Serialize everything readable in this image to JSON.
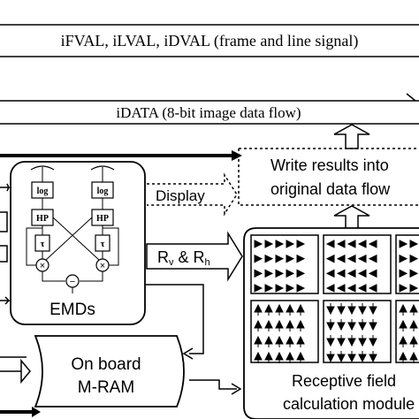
{
  "top_banner": {
    "text": "iFVAL, iLVAL, iDVAL (frame and line signal)"
  },
  "data_banner": {
    "text": "iDATA (8-bit image data flow)"
  },
  "write_box": {
    "line1": "Write results into",
    "line2": "original data flow"
  },
  "display_arrow": {
    "label": "Display"
  },
  "emd_block": {
    "title": "EMDs",
    "log_label": "log",
    "hp_label": "HP",
    "tau_label": "τ",
    "mult_symbol": "×",
    "minus_symbol": "−"
  },
  "rvrh_arrow": {
    "label_main_v": "R",
    "sub_v": "v",
    "amp": " & ",
    "label_main_h": "R",
    "sub_h": "h"
  },
  "mram": {
    "line1": "On board",
    "line2": "M-RAM"
  },
  "receptive": {
    "line1": "Receptive field",
    "line2": "calculation module"
  },
  "colors": {
    "stroke": "#000000",
    "arrow_fill": "#ffffff",
    "panel_bg": "#ffffff"
  }
}
